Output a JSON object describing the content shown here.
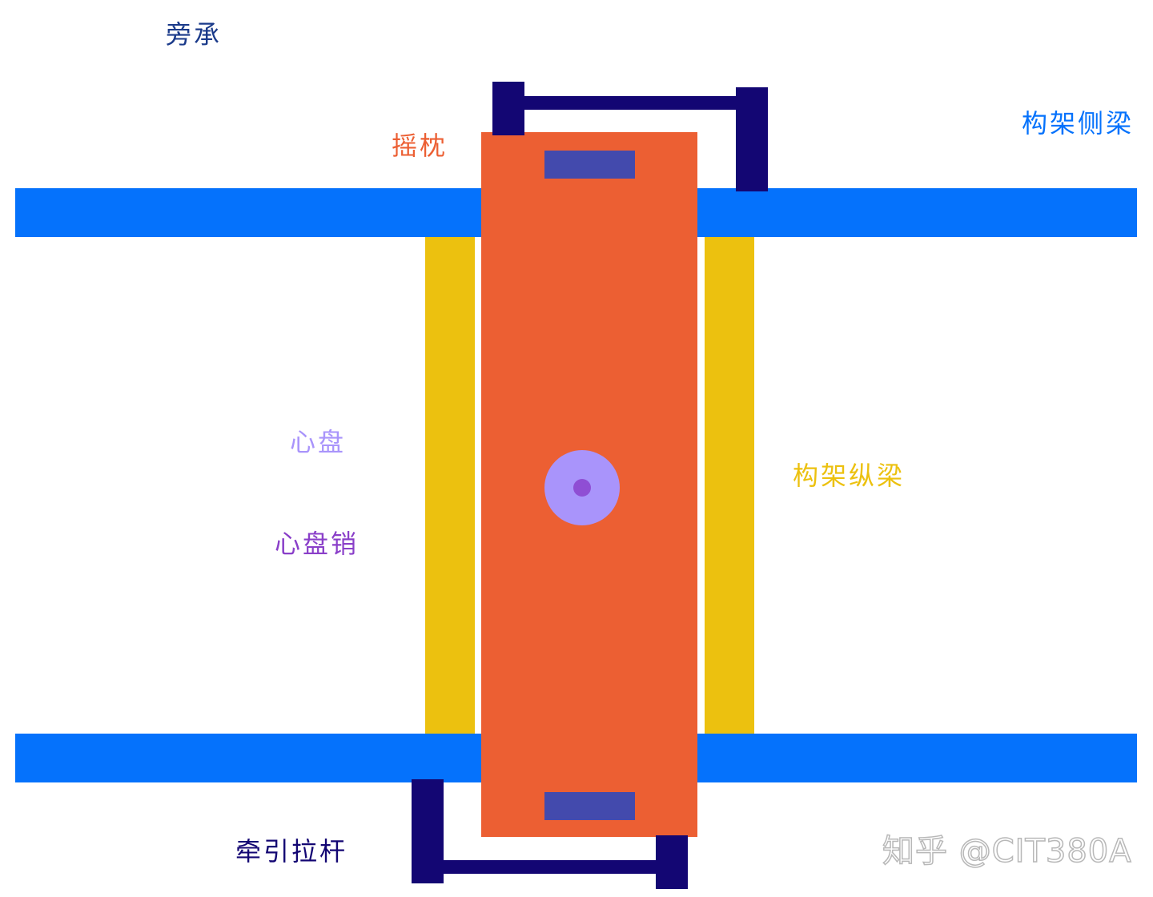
{
  "labels": {
    "side_bearing": "旁承",
    "bolster": "摇枕",
    "frame_side_beam": "构架侧梁",
    "center_plate": "心盘",
    "frame_longitudinal_beam": "构架纵梁",
    "center_pin": "心盘销",
    "traction_rod": "牵引拉杆"
  },
  "watermark": {
    "site": "知乎",
    "handle": "@CIT380A"
  },
  "colors": {
    "frame_side_beam": "#0572fc",
    "frame_longitudinal_beam": "#ecc10f",
    "bolster": "#ec5f33",
    "side_bearing": "#434aad",
    "traction_rod": "#130673",
    "center_plate": "#a994fb",
    "center_pin": "#8f4ed4",
    "label_side_bearing": "#1a3a8a",
    "label_bolster": "#ec5f33",
    "label_frame_side_beam": "#0572fc",
    "label_center_plate": "#a994fb",
    "label_frame_longitudinal_beam": "#ecc10f",
    "label_center_pin": "#8a3fc9",
    "label_traction_rod": "#130673"
  }
}
